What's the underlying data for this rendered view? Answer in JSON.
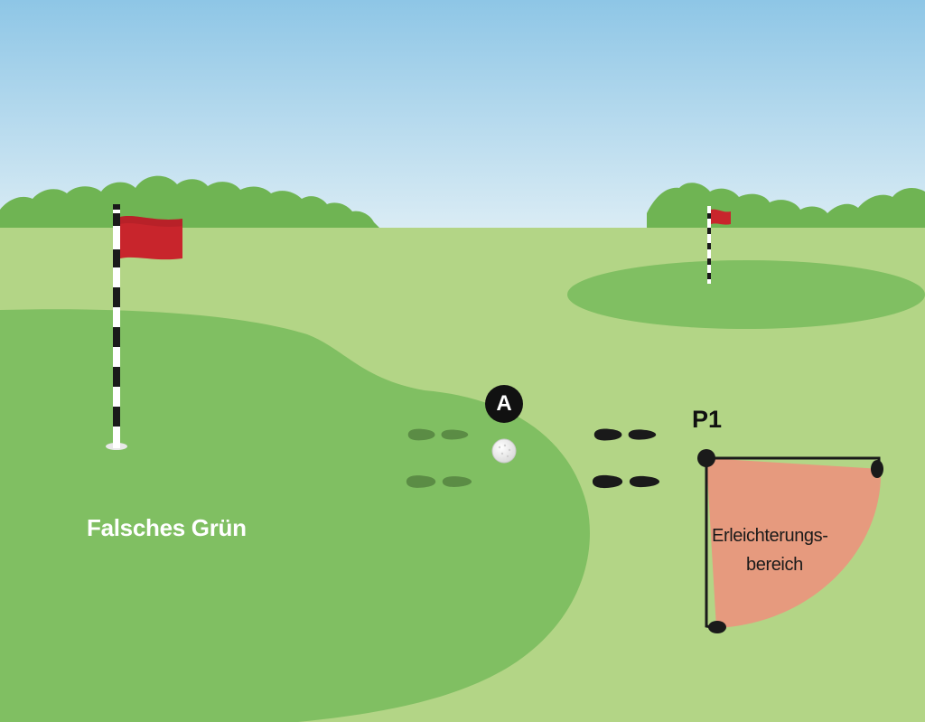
{
  "labels": {
    "wrong_green": "Falsches Grün",
    "point_a": "A",
    "point_p1": "P1",
    "relief_area_line1": "Erleichterungs-",
    "relief_area_line2": "bereich"
  },
  "colors": {
    "sky_top": "#8ec6e6",
    "sky_bottom": "#dcedf5",
    "trees": "#6fb453",
    "fairway": "#b3d586",
    "green": "#80bf62",
    "flag": "#c8252c",
    "relief_area": "#e69a7e",
    "footprint_dark": "#1a1a1a",
    "footprint_green": "#5b8c45"
  },
  "icons": [
    "flag-icon",
    "golf-ball-icon",
    "footprint-icon"
  ]
}
